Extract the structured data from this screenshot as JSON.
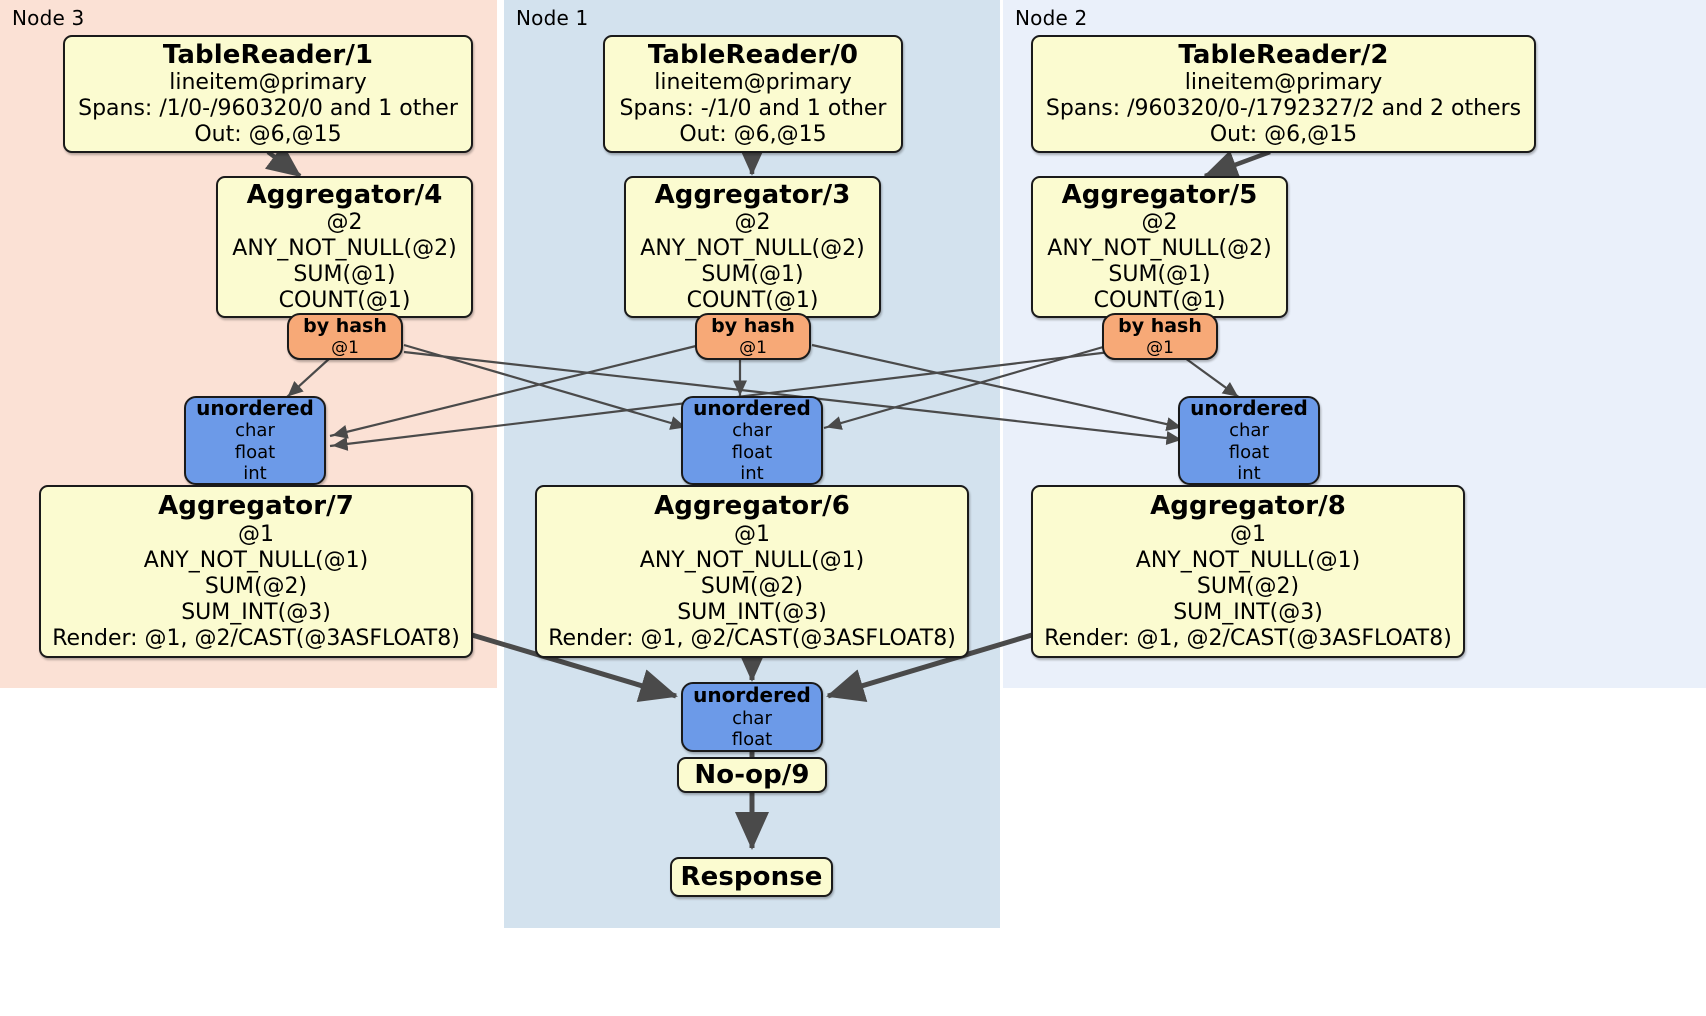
{
  "diagram": {
    "kind": "distributed-query-plan",
    "panels": [
      {
        "label": "Node 3",
        "color": "#fbe1d5"
      },
      {
        "label": "Node 1",
        "color": "#d3e2ee"
      },
      {
        "label": "Node 2",
        "color": "#eaf0fa"
      }
    ],
    "colors": {
      "processor_fill": "#fbfbd0",
      "router_fill": "#f7a977",
      "sync_fill": "#6c9ae8",
      "stroke": "#1a1a1a",
      "edge": "#4a4a4a"
    },
    "nodes": {
      "table_reader_1": {
        "title": "TableReader/1",
        "lines": [
          "lineitem@primary",
          "Spans: /1/0-/960320/0 and 1 other",
          "Out: @6,@15"
        ]
      },
      "table_reader_0": {
        "title": "TableReader/0",
        "lines": [
          "lineitem@primary",
          "Spans: -/1/0 and 1 other",
          "Out: @6,@15"
        ]
      },
      "table_reader_2": {
        "title": "TableReader/2",
        "lines": [
          "lineitem@primary",
          "Spans: /960320/0-/1792327/2 and 2 others",
          "Out: @6,@15"
        ]
      },
      "aggregator_4": {
        "title": "Aggregator/4",
        "lines": [
          "@2",
          "ANY_NOT_NULL(@2)",
          "SUM(@1)",
          "COUNT(@1)"
        ]
      },
      "aggregator_3": {
        "title": "Aggregator/3",
        "lines": [
          "@2",
          "ANY_NOT_NULL(@2)",
          "SUM(@1)",
          "COUNT(@1)"
        ]
      },
      "aggregator_5": {
        "title": "Aggregator/5",
        "lines": [
          "@2",
          "ANY_NOT_NULL(@2)",
          "SUM(@1)",
          "COUNT(@1)"
        ]
      },
      "by_hash_left": {
        "title": "by hash",
        "lines": [
          "@1"
        ]
      },
      "by_hash_center": {
        "title": "by hash",
        "lines": [
          "@1"
        ]
      },
      "by_hash_right": {
        "title": "by hash",
        "lines": [
          "@1"
        ]
      },
      "unordered_left": {
        "title": "unordered",
        "lines": [
          "char",
          "float",
          "int"
        ]
      },
      "unordered_center": {
        "title": "unordered",
        "lines": [
          "char",
          "float",
          "int"
        ]
      },
      "unordered_right": {
        "title": "unordered",
        "lines": [
          "char",
          "float",
          "int"
        ]
      },
      "aggregator_7": {
        "title": "Aggregator/7",
        "lines": [
          "@1",
          "ANY_NOT_NULL(@1)",
          "SUM(@2)",
          "SUM_INT(@3)",
          "Render: @1, @2/CAST(@3ASFLOAT8)"
        ]
      },
      "aggregator_6": {
        "title": "Aggregator/6",
        "lines": [
          "@1",
          "ANY_NOT_NULL(@1)",
          "SUM(@2)",
          "SUM_INT(@3)",
          "Render: @1, @2/CAST(@3ASFLOAT8)"
        ]
      },
      "aggregator_8": {
        "title": "Aggregator/8",
        "lines": [
          "@1",
          "ANY_NOT_NULL(@1)",
          "SUM(@2)",
          "SUM_INT(@3)",
          "Render: @1, @2/CAST(@3ASFLOAT8)"
        ]
      },
      "unordered_final": {
        "title": "unordered",
        "lines": [
          "char",
          "float"
        ]
      },
      "noop_9": {
        "title": "No-op/9",
        "lines": []
      },
      "response": {
        "title": "Response",
        "lines": []
      }
    }
  }
}
